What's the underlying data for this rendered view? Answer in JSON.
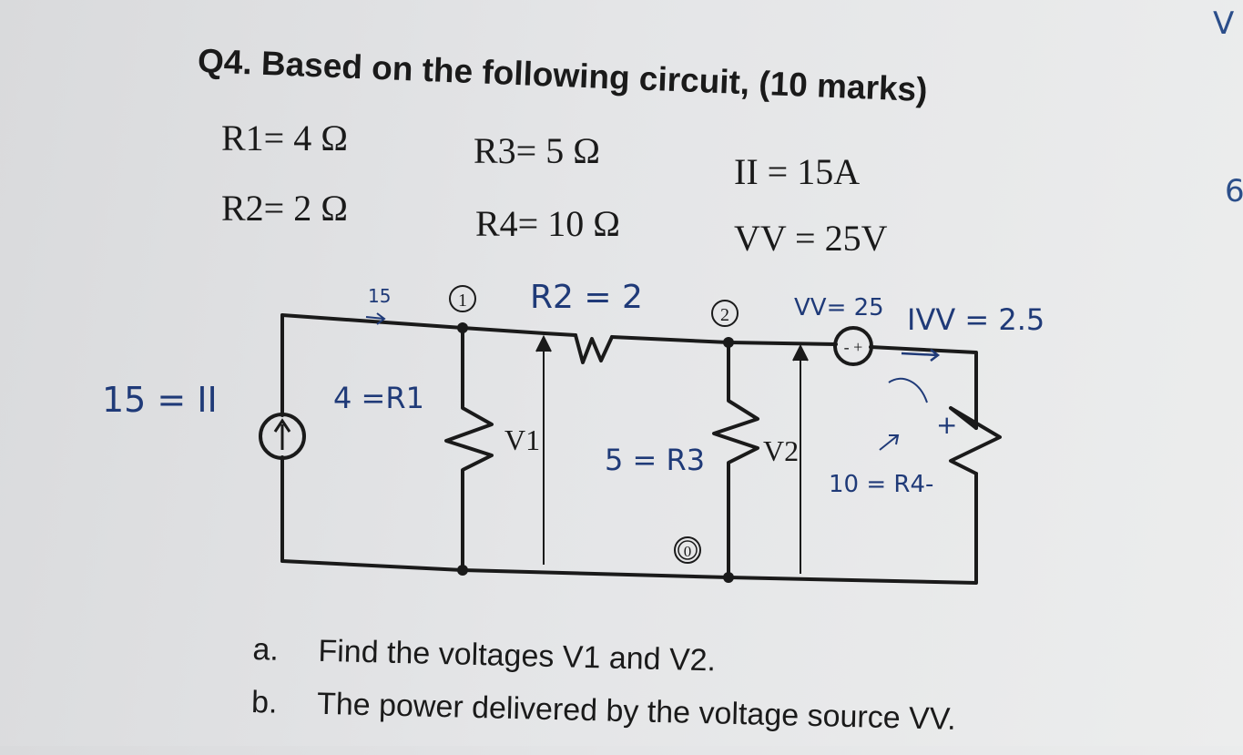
{
  "question": {
    "number": "Q4.",
    "text": "Based on the following circuit,",
    "marks": "(10 marks)"
  },
  "given": {
    "r1": "R1= 4 Ω",
    "r2": "R2= 2 Ω",
    "r3": "R3= 5 Ω",
    "r4": "R4= 10 Ω",
    "ii": "II = 15A",
    "vv": "VV = 25V"
  },
  "circuit": {
    "node1": "1",
    "node2": "2",
    "node0": "0",
    "v1_label": "V1",
    "v2_label": "V2",
    "vsource_sign": "- +"
  },
  "handwriting": {
    "current_15": "15",
    "source_label": "15 = II",
    "r1_note": "4 =R1",
    "r2_note": "R2 = 2",
    "r3_note": "5 = R3",
    "vv_note": "VV= 25",
    "ivv_note": "IVV = 2.5",
    "r4_note": "10 = R4-",
    "plus_sign": "+",
    "margin_v": "V",
    "margin_6": "6"
  },
  "parts": {
    "a_letter": "a.",
    "a_text": "Find the voltages V1 and V2.",
    "b_letter": "b.",
    "b_text": "The power delivered by the voltage source VV."
  },
  "colors": {
    "ink": "#1a1a1a",
    "handwriting": "#1f3a78"
  }
}
